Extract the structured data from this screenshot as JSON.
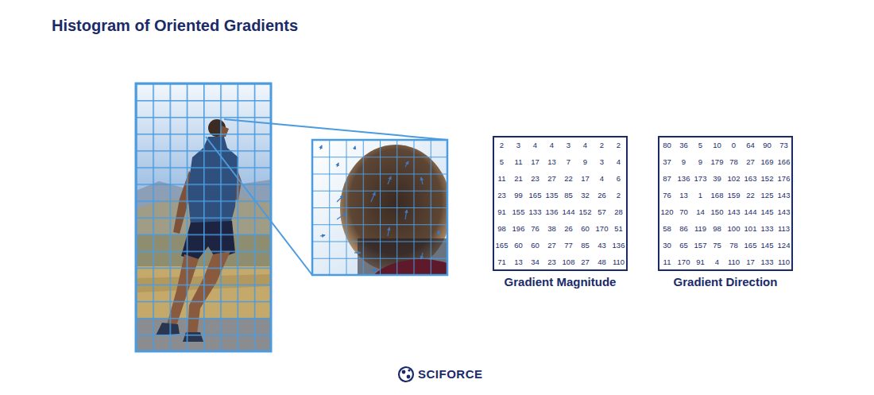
{
  "diagram": {
    "title": "Histogram of Oriented Gradients",
    "labels": [
      "2",
      "3",
      "4",
      "4",
      "3",
      "4",
      "2",
      "2",
      "5",
      "11",
      "17",
      "13",
      "7",
      "9",
      "3",
      "4",
      "11",
      "21",
      "23",
      "27",
      "22",
      "17",
      "4",
      "6",
      "23",
      "99",
      "165",
      "135",
      "85",
      "32",
      "26",
      "2",
      "91",
      "155",
      "133",
      "136",
      "144",
      "152",
      "57",
      "28",
      "98",
      "196",
      "76",
      "38",
      "26",
      "60",
      "170",
      "51",
      "165",
      "60",
      "60",
      "27",
      "77",
      "85",
      "43",
      "136",
      "71",
      "13",
      "34",
      "23",
      "108",
      "27",
      "48",
      "110",
      "Gradient Magnitude",
      "80",
      "36",
      "5",
      "10",
      "0",
      "64",
      "90",
      "73",
      "37",
      "9",
      "9",
      "179",
      "78",
      "27",
      "169",
      "166",
      "87",
      "136",
      "173",
      "39",
      "102",
      "163",
      "152",
      "176",
      "76",
      "13",
      "1",
      "168",
      "159",
      "22",
      "125",
      "143",
      "120",
      "70",
      "14",
      "150",
      "143",
      "144",
      "145",
      "143",
      "58",
      "86",
      "119",
      "98",
      "100",
      "101",
      "133",
      "113",
      "30",
      "65",
      "157",
      "75",
      "78",
      "165",
      "145",
      "124",
      "11",
      "170",
      "91",
      "4",
      "110",
      "17",
      "133",
      "110",
      "Gradient Direction",
      "SCIFORCE"
    ]
  }
}
